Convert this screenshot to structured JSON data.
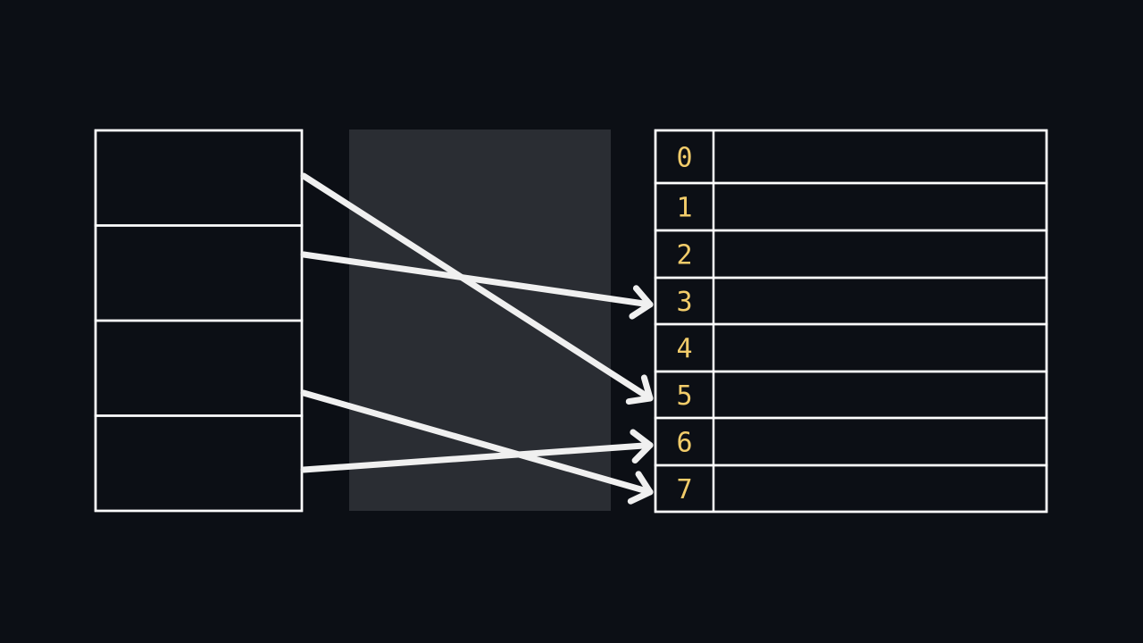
{
  "colors": {
    "background": "#0c0f15",
    "stroke": "#ffffff",
    "arrow": "#f0f0f0",
    "hash_region": "#2a2d33",
    "index_text": "#f2cc6a"
  },
  "source_table": {
    "row_count": 4
  },
  "hash_function_box": {
    "label": ""
  },
  "bucket_table": {
    "indices": [
      "0",
      "1",
      "2",
      "3",
      "4",
      "5",
      "6",
      "7"
    ]
  },
  "mappings": [
    {
      "from_row": 0,
      "to_bucket": 5
    },
    {
      "from_row": 1,
      "to_bucket": 3
    },
    {
      "from_row": 2,
      "to_bucket": 7
    },
    {
      "from_row": 3,
      "to_bucket": 6
    }
  ]
}
